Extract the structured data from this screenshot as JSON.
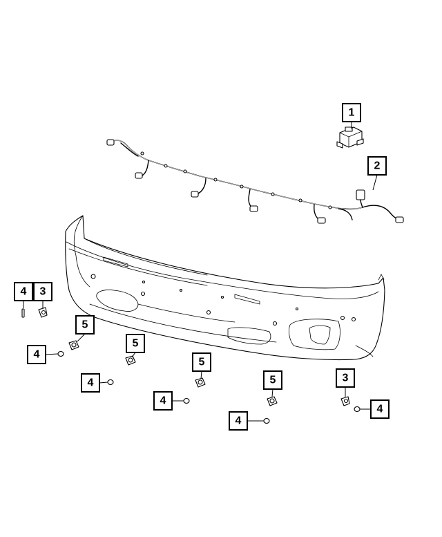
{
  "diagram": {
    "callouts": [
      {
        "id": "c1",
        "label": "1"
      },
      {
        "id": "c2",
        "label": "2"
      },
      {
        "id": "c3a",
        "label": "3"
      },
      {
        "id": "c3b",
        "label": "3"
      },
      {
        "id": "c4a",
        "label": "4"
      },
      {
        "id": "c4b",
        "label": "4"
      },
      {
        "id": "c4c",
        "label": "4"
      },
      {
        "id": "c4d",
        "label": "4"
      },
      {
        "id": "c4e",
        "label": "4"
      },
      {
        "id": "c4f",
        "label": "4"
      },
      {
        "id": "c5a",
        "label": "5"
      },
      {
        "id": "c5b",
        "label": "5"
      },
      {
        "id": "c5c",
        "label": "5"
      },
      {
        "id": "c5d",
        "label": "5"
      }
    ]
  }
}
